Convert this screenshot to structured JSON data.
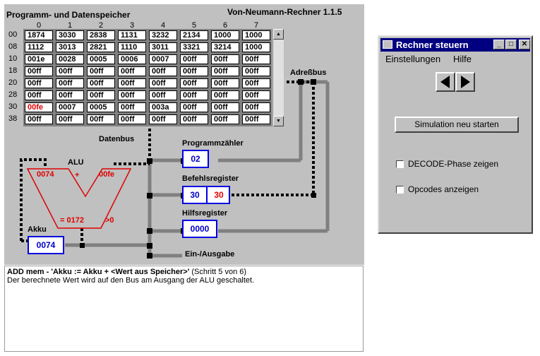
{
  "app_title": "Von-Neumann-Rechner 1.1.5",
  "memory": {
    "title": "Programm- und Datenspeicher",
    "col_headers": [
      "0",
      "1",
      "2",
      "3",
      "4",
      "5",
      "6",
      "7"
    ],
    "rows": [
      {
        "addr": "00",
        "cells": [
          "1874",
          "3030",
          "2838",
          "1131",
          "3232",
          "2134",
          "1000",
          "1000"
        ]
      },
      {
        "addr": "08",
        "cells": [
          "1112",
          "3013",
          "2821",
          "1110",
          "3011",
          "3321",
          "3214",
          "1000"
        ]
      },
      {
        "addr": "10",
        "cells": [
          "001e",
          "0028",
          "0005",
          "0006",
          "0007",
          "00ff",
          "00ff",
          "00ff"
        ]
      },
      {
        "addr": "18",
        "cells": [
          "00ff",
          "00ff",
          "00ff",
          "00ff",
          "00ff",
          "00ff",
          "00ff",
          "00ff"
        ]
      },
      {
        "addr": "20",
        "cells": [
          "00ff",
          "00ff",
          "00ff",
          "00ff",
          "00ff",
          "00ff",
          "00ff",
          "00ff"
        ]
      },
      {
        "addr": "28",
        "cells": [
          "00ff",
          "00ff",
          "00ff",
          "00ff",
          "00ff",
          "00ff",
          "00ff",
          "00ff"
        ]
      },
      {
        "addr": "30",
        "cells": [
          "00fe",
          "0007",
          "0005",
          "00ff",
          "003a",
          "00ff",
          "00ff",
          "00ff"
        ]
      },
      {
        "addr": "38",
        "cells": [
          "00ff",
          "00ff",
          "00ff",
          "00ff",
          "00ff",
          "00ff",
          "00ff",
          "00ff"
        ]
      }
    ],
    "highlight_cell": {
      "row": 6,
      "col": 0,
      "color": "#e00000"
    }
  },
  "diagram": {
    "adressbus_label": "Adreßbus",
    "datenbus_label": "Datenbus",
    "alu_label": "ALU",
    "alu_in_left": "0074",
    "alu_op": "+",
    "alu_in_right": "00fe",
    "alu_result": "= 0172",
    "alu_flag": ">0",
    "akku_label": "Akku",
    "akku_value": "0074",
    "pc_label": "Programmzähler",
    "pc_value": "02",
    "ir_label": "Befehlsregister",
    "ir_opcode": "30",
    "ir_operand": "30",
    "hr_label": "Hilfsregister",
    "hr_value": "0000",
    "io_label": "Ein-/Ausgabe"
  },
  "description": {
    "instruction": "ADD mem - 'Akku := Akku + <Wert aus Speicher>'",
    "step": "(Schritt 5 von 6)",
    "text": "Der berechnete Wert wird auf den Bus am Ausgang der ALU geschaltet."
  },
  "control_window": {
    "title": "Rechner steuern",
    "menu": [
      "Einstellungen",
      "Hilfe"
    ],
    "restart_label": "Simulation neu starten",
    "decode_label": "DECODE-Phase zeigen",
    "opcodes_label": "Opcodes anzeigen",
    "decode_checked": false,
    "opcodes_checked": false
  },
  "colors": {
    "active_blue": "#0000e0",
    "alu_red": "#e00000",
    "bus_gray": "#808080",
    "titlebar": "#000080"
  }
}
